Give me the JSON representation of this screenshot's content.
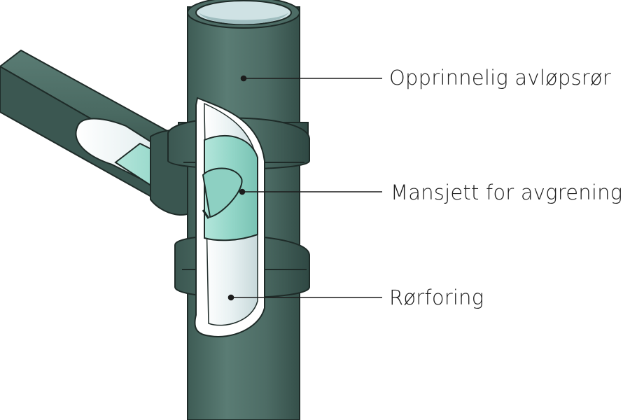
{
  "labels": {
    "original_pipe": "Opprinnelig avløpsrør",
    "branch_sleeve": "Mansjett for avgrening",
    "pipe_liner": "Rørforing"
  },
  "colors": {
    "pipe": "#4d6c65",
    "pipe_dark": "#2f4843",
    "pipe_light": "#6b8c84",
    "liner": "#e9f2f3",
    "sleeve": "#93d6c8",
    "outline": "#1e2b28",
    "leader": "#1c1c1c"
  }
}
